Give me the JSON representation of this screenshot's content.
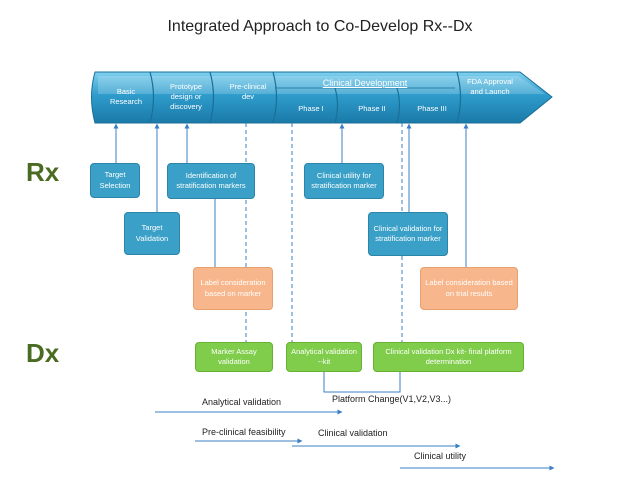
{
  "title": "Integrated Approach to Co-Develop Rx--Dx",
  "side_labels": {
    "rx": "Rx",
    "dx": "Dx"
  },
  "stages": {
    "basic_research": "Basic Research",
    "prototype": "Prototype design or discovery",
    "preclinical": "Pre-clinical dev",
    "clinical_development": "Clinical Development",
    "phase1": "Phase I",
    "phase2": "Phase II",
    "phase3": "Phase III",
    "fda": "FDA Approval and Launch"
  },
  "rx_boxes": {
    "target_selection": "Target Selection",
    "target_validation": "Target Validation",
    "identification": "Identification of stratification markers",
    "clinical_utility": "Clinical utility for stratification marker",
    "clinical_validation": "Clinical validation for stratification marker",
    "label_left": "Label consideration based on marker",
    "label_right": "Label consideration based on trial results"
  },
  "dx_boxes": {
    "marker_assay": "Marker Assay validation",
    "analytical_kit": "Analytical validation --kit",
    "clinical_kit": "Clinical validation Dx kit- final platform determination"
  },
  "timeline": {
    "platform_change": "Platform Change(V1,V2,V3...)",
    "analytical_validation": "Analytical validation",
    "preclinical_feasibility": "Pre-clinical feasibility",
    "clinical_validation": "Clinical validation",
    "clinical_utility": "Clinical utility"
  },
  "colors": {
    "rx_box": "#3aa0c7",
    "label_box": "#f7b68b",
    "dx_box": "#7fcd4a",
    "side_label": "#4a6b22",
    "connector": "#3a7fc4"
  }
}
